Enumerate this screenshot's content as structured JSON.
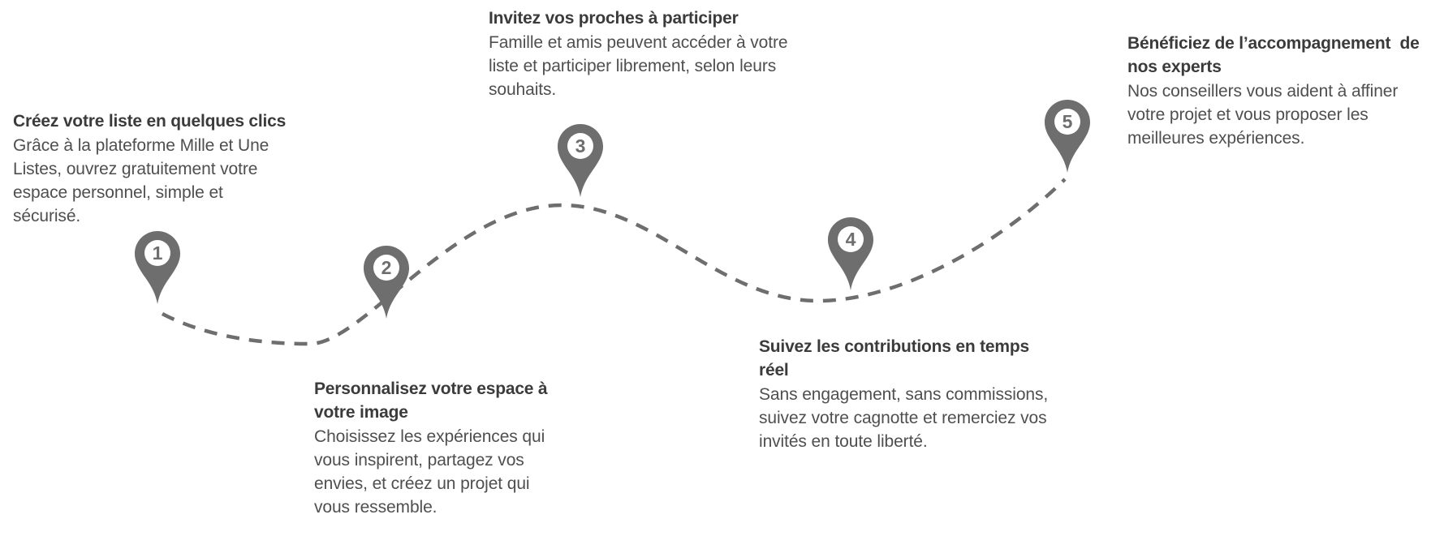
{
  "diagram": {
    "type": "numbered-journey-infographic",
    "colors": {
      "background": "#ffffff",
      "pin": "#6e6e6e",
      "pin_inner": "#ffffff",
      "path": "#6e6e6e",
      "heading": "#3b3b3b",
      "body": "#4f4f4f"
    },
    "steps": [
      {
        "number": "1",
        "heading_lines": [
          "Créez votre liste en quelques clics"
        ],
        "body_lines": [
          "Grâce à la plateforme Mille et Une",
          "Listes, ouvrez gratuitement votre",
          "espace personnel, simple et",
          "sécurisé."
        ]
      },
      {
        "number": "2",
        "heading_lines": [
          "Personnalisez votre espace à",
          "votre image"
        ],
        "body_lines": [
          "Choisissez les expériences qui",
          "vous inspirent, partagez vos",
          "envies, et créez un projet qui",
          "vous ressemble."
        ]
      },
      {
        "number": "3",
        "heading_lines": [
          "Invitez vos proches à participer"
        ],
        "body_lines": [
          "Famille et amis peuvent accéder à votre",
          "liste et participer librement, selon leurs",
          "souhaits."
        ]
      },
      {
        "number": "4",
        "heading_lines": [
          "Suivez les contributions en temps",
          "réel"
        ],
        "body_lines": [
          "Sans engagement, sans commissions,",
          "suivez votre cagnotte et remerciez vos",
          "invités en toute liberté."
        ]
      },
      {
        "number": "5",
        "heading_lines": [
          "Bénéficiez de l’accompagnement  de",
          "nos experts"
        ],
        "body_lines": [
          "Nos conseillers vous aident à affiner",
          "votre projet et vous proposer les",
          "meilleures expériences."
        ]
      }
    ]
  }
}
